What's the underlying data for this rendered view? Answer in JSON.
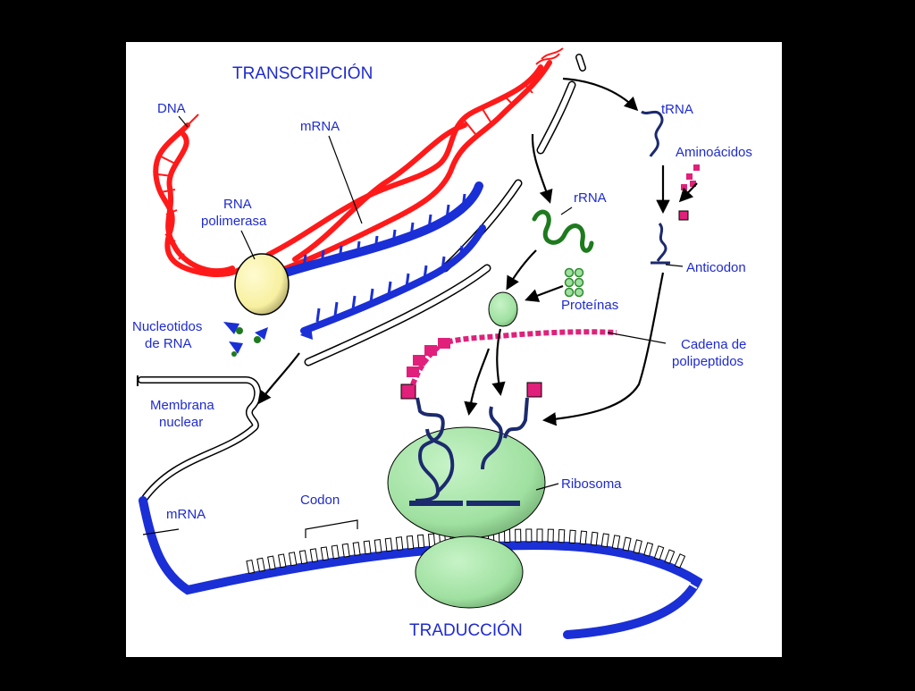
{
  "titles": {
    "transcription": "TRANSCRIPCIÓN",
    "translation": "TRADUCCIÓN"
  },
  "labels": {
    "dna": "DNA",
    "mrna_top": "mRNA",
    "rna_polymerase_1": "RNA",
    "rna_polymerase_2": "polimerasa",
    "rna_nucleotides_1": "Nucleotidos",
    "rna_nucleotides_2": "de RNA",
    "nuclear_membrane_1": "Membrana",
    "nuclear_membrane_2": "nuclear",
    "mrna_bottom": "mRNA",
    "codon": "Codon",
    "trna": "tRNA",
    "amino_acids": "Aminoácidos",
    "anticodon": "Anticodon",
    "rrna": "rRNA",
    "proteins": "Proteínas",
    "polypeptide_1": "Cadena de",
    "polypeptide_2": "polipeptidos",
    "ribosome": "Ribosoma"
  },
  "colors": {
    "frame": "#000000",
    "panel": "#ffffff",
    "label_text": "#1f2bd0",
    "dna": "#ff1a1a",
    "mrna": "#1a2fd6",
    "trna": "#1c2a6e",
    "rrna": "#1e7a1e",
    "ribosome": "#9fe0a0",
    "polymerase": "#f7f0a0",
    "amino_acid": "#e0207a",
    "membrane": "#ffffff"
  }
}
